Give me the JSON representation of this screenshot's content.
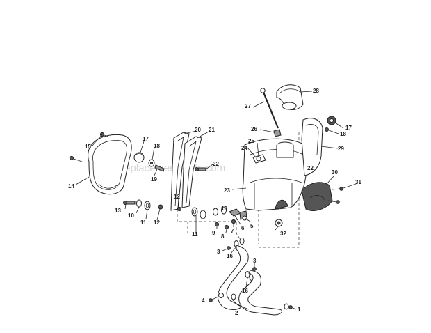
{
  "watermark": "eReplacementParts.com",
  "callouts": {
    "c1": "1",
    "c2": "2",
    "c3a": "3",
    "c3b": "3",
    "c4": "4",
    "c5": "5",
    "c6": "6",
    "c7": "7",
    "c8": "8",
    "c9": "9",
    "c10a": "10",
    "c10b": "10",
    "c11a": "11",
    "c11b": "11",
    "c12a": "12",
    "c12b": "12",
    "c13": "13",
    "c14": "14",
    "c15": "15",
    "c16a": "16",
    "c16b": "16",
    "c17a": "17",
    "c17b": "17",
    "c18a": "18",
    "c18b": "18",
    "c19": "19",
    "c20": "20",
    "c21": "21",
    "c22a": "22",
    "c22b": "22",
    "c23": "23",
    "c24": "24",
    "c25": "25",
    "c26": "26",
    "c27": "27",
    "c28": "28",
    "c29": "29",
    "c30": "30",
    "c31": "31",
    "c32": "32"
  }
}
